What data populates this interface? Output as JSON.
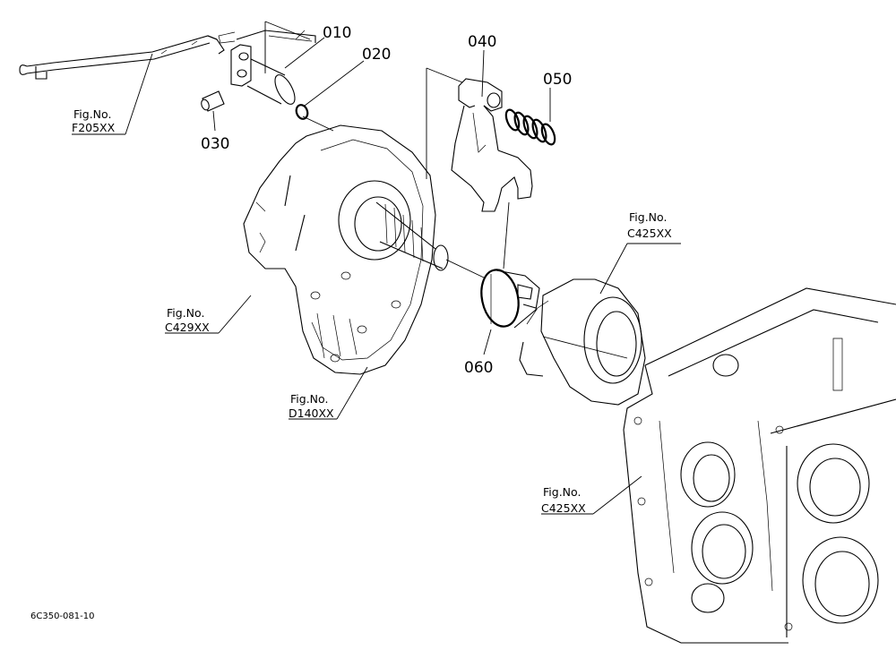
{
  "diagram": {
    "parts": [
      {
        "number": "010"
      },
      {
        "number": "020"
      },
      {
        "number": "030"
      },
      {
        "number": "040"
      },
      {
        "number": "050"
      },
      {
        "number": "060"
      }
    ],
    "fig_refs": [
      {
        "title": "Fig.No.",
        "code": "F205XX"
      },
      {
        "title": "Fig.No.",
        "code": "C429XX"
      },
      {
        "title": "Fig.No.",
        "code": "D140XX"
      },
      {
        "title": "Fig.No.",
        "code": "C425XX"
      },
      {
        "title": "Fig.No.",
        "code": "C425XX"
      }
    ],
    "drawing_code": "6C350-081-10"
  }
}
